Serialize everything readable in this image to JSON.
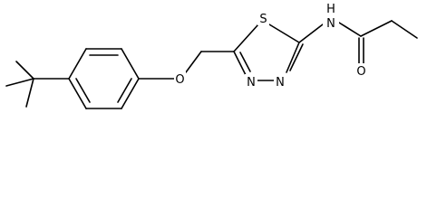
{
  "molecule": {
    "atoms": {
      "oxygen_ether": "O",
      "nitrogen_ring_1": "N",
      "nitrogen_ring_2": "N",
      "sulfur_ring": "S",
      "nitrogen_amide": "N",
      "hydrogen_amide": "H",
      "oxygen_carbonyl": "O"
    }
  }
}
